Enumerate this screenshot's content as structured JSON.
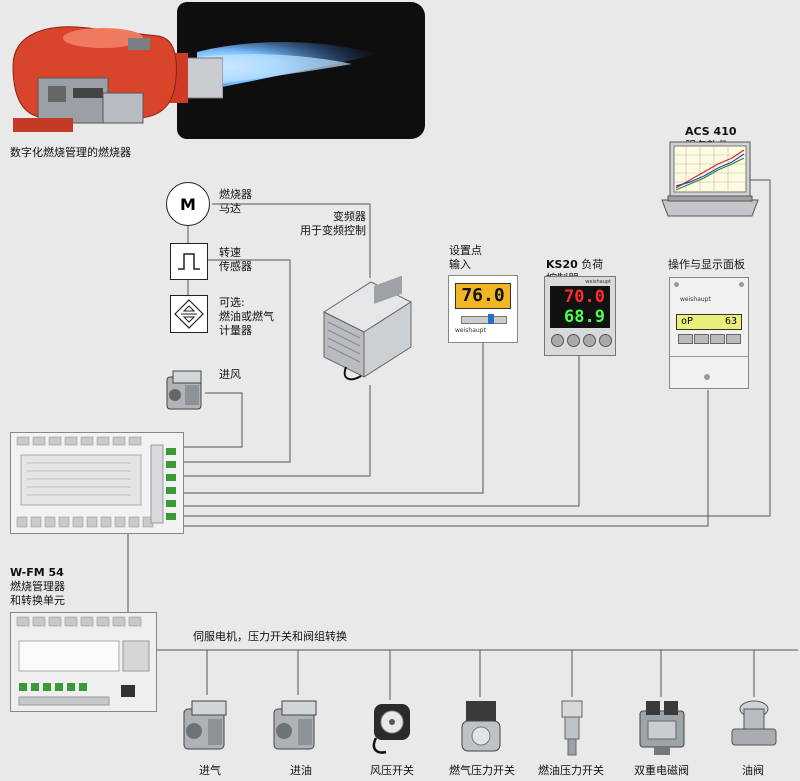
{
  "labels": {
    "burner_caption": "数字化燃烧管理的燃烧器",
    "motor_symbol": "M",
    "motor": "燃烧器\n马达",
    "speed_sensor": "转速\n传感器",
    "meter": "可选:\n燃油或燃气\n计量器",
    "intake": "进风",
    "inverter": "变频器\n用于变频控制",
    "setpoint": "设置点\n输入",
    "ks20_name": "KS20",
    "ks20_rest": " 负荷\n控制器",
    "panel": "操作与显示面板",
    "acs_name": "ACS 410",
    "acs_sub": "服务软件",
    "wfm_name": "W-FM 54",
    "wfm_sub": "燃烧管理器\n和转换单元",
    "bus": "伺服电机，压力开关和阀组转换"
  },
  "setpoint_display": {
    "value": "76.0",
    "brand": "weishaupt"
  },
  "ks20_display": {
    "top": "70.0",
    "bottom": "68.9",
    "brand": "weishaupt"
  },
  "panel_display": {
    "brand": "weishaupt",
    "left": "oP",
    "right": "63"
  },
  "bottom_devices": [
    {
      "label": "进气"
    },
    {
      "label": "进油"
    },
    {
      "label": "风压开关"
    },
    {
      "label": "燃气压力开关"
    },
    {
      "label": "燃油压力开关"
    },
    {
      "label": "双重电磁阀"
    },
    {
      "label": "油阀"
    }
  ],
  "colors": {
    "burner_red": "#d9452b",
    "flame_blue": "#4aa3ff",
    "wire": "#555555",
    "background": "#e9e9e9"
  }
}
